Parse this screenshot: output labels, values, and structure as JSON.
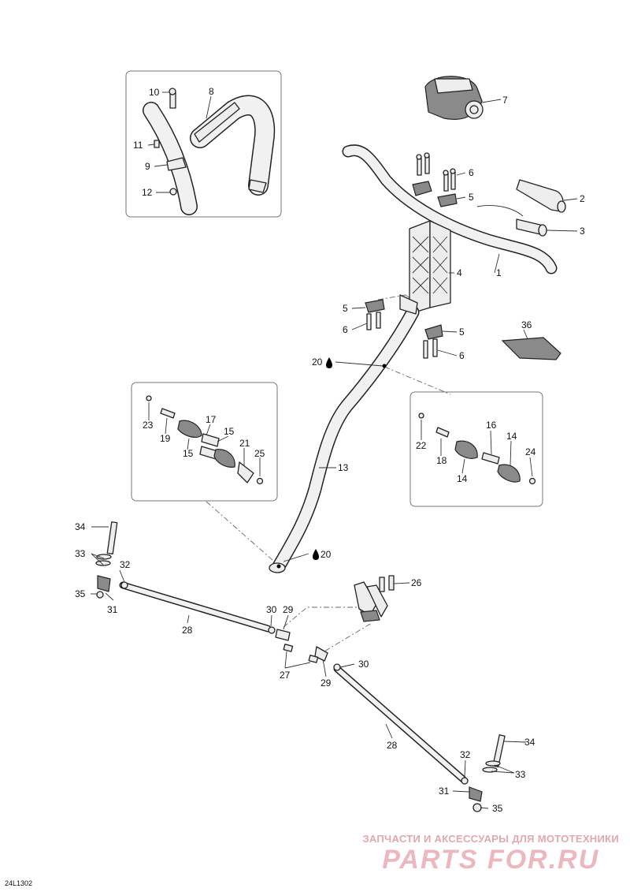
{
  "diagram": {
    "code": "24L1302",
    "callouts": [
      {
        "id": "c1",
        "text": "1"
      },
      {
        "id": "c2",
        "text": "2"
      },
      {
        "id": "c3",
        "text": "3"
      },
      {
        "id": "c4",
        "text": "4"
      },
      {
        "id": "c5a",
        "text": "5"
      },
      {
        "id": "c5b",
        "text": "5"
      },
      {
        "id": "c5c",
        "text": "5"
      },
      {
        "id": "c6a",
        "text": "6"
      },
      {
        "id": "c6b",
        "text": "6"
      },
      {
        "id": "c6c",
        "text": "6"
      },
      {
        "id": "c7",
        "text": "7"
      },
      {
        "id": "c8",
        "text": "8"
      },
      {
        "id": "c9",
        "text": "9"
      },
      {
        "id": "c10",
        "text": "10"
      },
      {
        "id": "c11",
        "text": "11"
      },
      {
        "id": "c12",
        "text": "12"
      },
      {
        "id": "c13",
        "text": "13"
      },
      {
        "id": "c14a",
        "text": "14"
      },
      {
        "id": "c14b",
        "text": "14"
      },
      {
        "id": "c15a",
        "text": "15"
      },
      {
        "id": "c15b",
        "text": "15"
      },
      {
        "id": "c16",
        "text": "16"
      },
      {
        "id": "c17",
        "text": "17"
      },
      {
        "id": "c18",
        "text": "18"
      },
      {
        "id": "c19",
        "text": "19"
      },
      {
        "id": "c20a",
        "text": "20"
      },
      {
        "id": "c20b",
        "text": "20"
      },
      {
        "id": "c21",
        "text": "21"
      },
      {
        "id": "c22",
        "text": "22"
      },
      {
        "id": "c23",
        "text": "23"
      },
      {
        "id": "c24",
        "text": "24"
      },
      {
        "id": "c25",
        "text": "25"
      },
      {
        "id": "c26",
        "text": "26"
      },
      {
        "id": "c27",
        "text": "27"
      },
      {
        "id": "c28a",
        "text": "28"
      },
      {
        "id": "c28b",
        "text": "28"
      },
      {
        "id": "c29a",
        "text": "29"
      },
      {
        "id": "c29b",
        "text": "29"
      },
      {
        "id": "c30a",
        "text": "30"
      },
      {
        "id": "c30b",
        "text": "30"
      },
      {
        "id": "c31a",
        "text": "31"
      },
      {
        "id": "c31b",
        "text": "31"
      },
      {
        "id": "c32a",
        "text": "32"
      },
      {
        "id": "c32b",
        "text": "32"
      },
      {
        "id": "c33a",
        "text": "33"
      },
      {
        "id": "c33b",
        "text": "33"
      },
      {
        "id": "c34a",
        "text": "34"
      },
      {
        "id": "c34b",
        "text": "34"
      },
      {
        "id": "c35a",
        "text": "35"
      },
      {
        "id": "c35b",
        "text": "35"
      },
      {
        "id": "c36",
        "text": "36"
      }
    ]
  },
  "watermark": {
    "caption": "ЗАПЧАСТИ И АКСЕССУАРЫ ДЛЯ МОТОТЕХНИКИ",
    "logo": "PARTS FOR.RU"
  },
  "icons": {
    "lubricant": "oil-drop-icon"
  }
}
